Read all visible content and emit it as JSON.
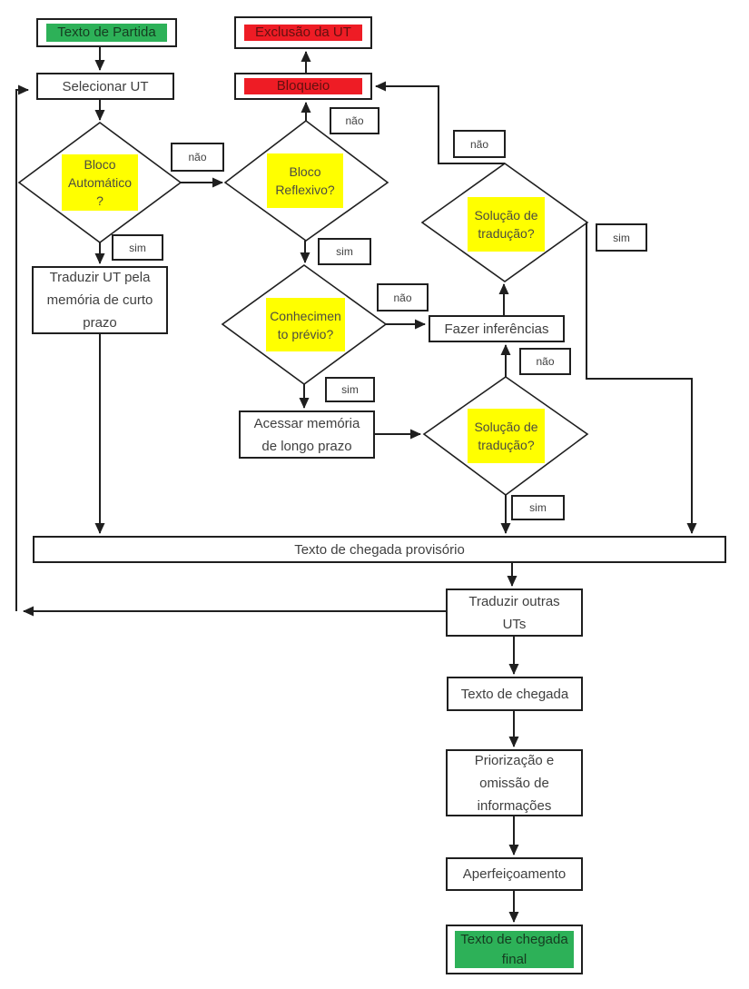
{
  "colors": {
    "green": "#2db158",
    "red": "#ee1c25",
    "yellow": "#ffff00",
    "line": "#1f1f1f"
  },
  "nodes": {
    "texto_partida": {
      "label": "Texto de Partida"
    },
    "selecionar_ut": {
      "label": "Selecionar UT"
    },
    "exclusao_ut": {
      "label": "Exclusão da UT"
    },
    "bloqueio": {
      "label": "Bloqueio"
    },
    "bloco_automatico": {
      "lines": [
        "Bloco",
        "Automático",
        "?"
      ]
    },
    "bloco_reflexivo": {
      "lines": [
        "Bloco",
        "Reflexivo?"
      ]
    },
    "traduzir_ut": {
      "lines": [
        "Traduzir UT pela",
        "memória de curto",
        "prazo"
      ]
    },
    "conhecimento_previo": {
      "lines": [
        "Conhecimen",
        "to prévio?"
      ]
    },
    "fazer_inferencias": {
      "label": "Fazer inferências"
    },
    "acessar_memoria": {
      "lines": [
        "Acessar memória",
        "de longo prazo"
      ]
    },
    "solucao_traducao_sup": {
      "lines": [
        "Solução de",
        "tradução?"
      ]
    },
    "solucao_traducao_inf": {
      "lines": [
        "Solução de",
        "tradução?"
      ]
    },
    "texto_chegada_provisorio": {
      "label": "Texto de chegada provisório"
    },
    "traduzir_outras_uts": {
      "lines": [
        "Traduzir outras",
        "UTs"
      ]
    },
    "texto_chegada": {
      "label": "Texto de chegada"
    },
    "priorizacao": {
      "lines": [
        "Priorização e",
        "omissão de",
        "informações"
      ]
    },
    "aperfeicoamento": {
      "label": "Aperfeiçoamento"
    },
    "texto_chegada_final": {
      "lines": [
        "Texto de chegada",
        "final"
      ]
    }
  },
  "edge_labels": {
    "d1_nao": "não",
    "d1_sim": "sim",
    "d2_nao": "não",
    "d2_sim": "sim",
    "d3_nao": "não",
    "d3_sim": "sim",
    "d4_nao": "não",
    "d4_sim": "sim",
    "d5_nao": "não",
    "d5_sim": "sim"
  }
}
